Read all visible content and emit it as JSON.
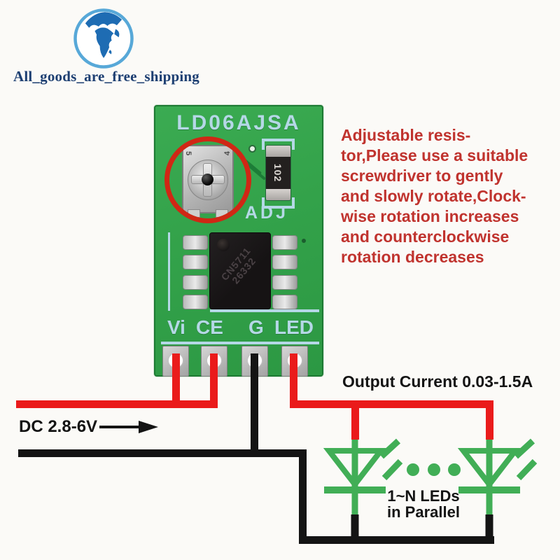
{
  "logo": {
    "caption": "All_goods_are_free_shipping"
  },
  "pcb": {
    "title": "LD06AJSA",
    "adj_label": "ADJ",
    "resistor_code": "102",
    "chip_marking_line1": "CN5711",
    "chip_marking_line2": "26332",
    "trimmer_mark_left": "5",
    "trimmer_mark_right": "4",
    "pin_labels": [
      "Vi",
      "CE",
      "G",
      "LED"
    ]
  },
  "annotation": {
    "lines": [
      "Adjustable resis-",
      "tor,Please use a suitable",
      "screwdriver to gently",
      "and slowly rotate,Clock-",
      "wise rotation increases",
      "and counterclockwise",
      "rotation decreases"
    ]
  },
  "wiring": {
    "input_label": "DC 2.8-6V",
    "output_label": "Output Current 0.03-1.5A",
    "led_note_line1": "1~N LEDs",
    "led_note_line2": "in Parallel"
  },
  "colors": {
    "pcb_green": "#33a24a",
    "silkscreen_blue": "#b5d8e6",
    "wire_positive_red": "#ea1b1b",
    "wire_negative_black": "#141414",
    "led_symbol_green": "#41ae56",
    "highlight_circle_red": "#d02715",
    "annotation_red": "#c0332e",
    "logo_blue": "#1e6cb3",
    "logo_ring_blue": "#57a8d8",
    "logo_text_blue": "#1d3f72"
  }
}
